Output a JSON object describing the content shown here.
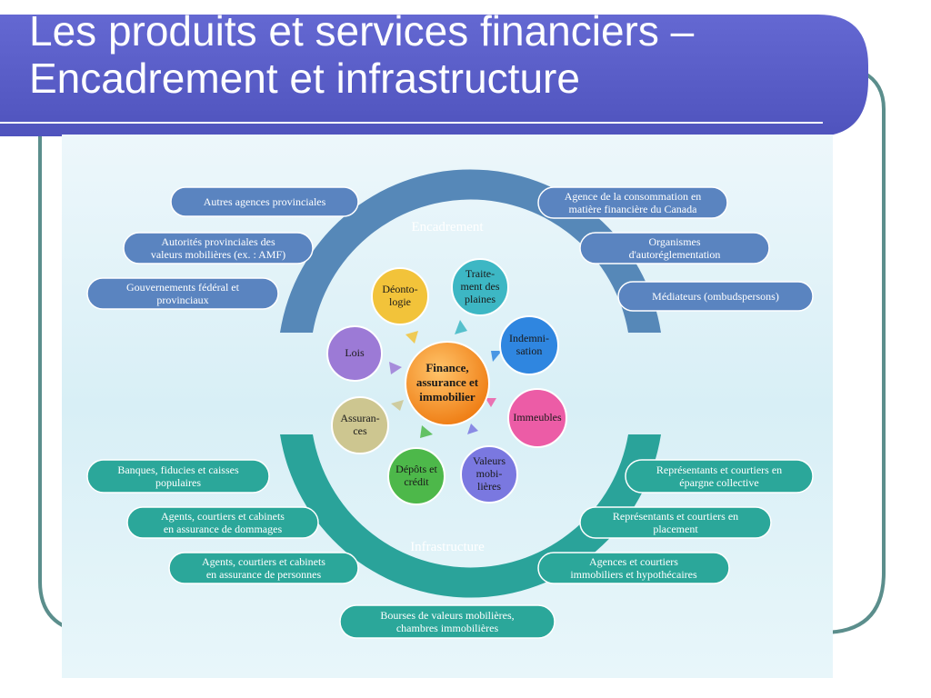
{
  "slide": {
    "title_line1": "Les produits et services financiers –",
    "title_line2": "Encadrement et infrastructure"
  },
  "colors": {
    "title_bar": "#5b5fc7",
    "frame_stroke": "#5b8e8c",
    "encadrement_arc": "#5688b8",
    "infrastructure_arc": "#2aa39a",
    "pill_blue": "#5a84c0",
    "pill_teal": "#2ba79a",
    "center": "#f08a1a"
  },
  "arcs": {
    "encadrement": "Encadrement",
    "infrastructure": "Infrastructure"
  },
  "center": {
    "line1": "Finance,",
    "line2": "assurance et",
    "line3": "immobilier"
  },
  "circles": [
    {
      "id": "deontologie",
      "lines": [
        "Déonto-",
        "logie"
      ],
      "color": "#f2c33a"
    },
    {
      "id": "traitement",
      "lines": [
        "Traite-",
        "ment des",
        "plaines"
      ],
      "color": "#3db7c4"
    },
    {
      "id": "indemnisation",
      "lines": [
        "Indemni-",
        "sation"
      ],
      "color": "#2f86e0"
    },
    {
      "id": "immeubles",
      "lines": [
        "Immeubles"
      ],
      "color": "#ec5ca6"
    },
    {
      "id": "valeurs",
      "lines": [
        "Valeurs",
        "mobi-",
        "lières"
      ],
      "color": "#7a78e0"
    },
    {
      "id": "depots",
      "lines": [
        "Dépôts et",
        "crédit"
      ],
      "color": "#4db84a"
    },
    {
      "id": "assurances",
      "lines": [
        "Assuran-",
        "ces"
      ],
      "color": "#cdc690"
    },
    {
      "id": "lois",
      "lines": [
        "Lois"
      ],
      "color": "#9c7ad6"
    }
  ],
  "left_top_pills": [
    {
      "id": "autres-agences",
      "lines": [
        "Autres agences provinciales"
      ]
    },
    {
      "id": "autorites",
      "lines": [
        "Autorités provinciales des",
        "valeurs mobilières (ex. : AMF)"
      ]
    },
    {
      "id": "gouvernements",
      "lines": [
        "Gouvernements fédéral et",
        "provinciaux"
      ]
    }
  ],
  "right_top_pills": [
    {
      "id": "acfc",
      "lines": [
        "Agence de la consommation en",
        "matière financière du Canada"
      ]
    },
    {
      "id": "organismes",
      "lines": [
        "Organismes",
        "d'autoréglementation"
      ]
    },
    {
      "id": "mediateurs",
      "lines": [
        "Médiateurs (ombudspersons)"
      ]
    }
  ],
  "left_bottom_pills": [
    {
      "id": "banques",
      "lines": [
        "Banques, fiducies et caisses",
        "populaires"
      ]
    },
    {
      "id": "agents-dommages",
      "lines": [
        "Agents, courtiers et cabinets",
        "en assurance de dommages"
      ]
    },
    {
      "id": "agents-personnes",
      "lines": [
        "Agents, courtiers et cabinets",
        "en assurance de personnes"
      ]
    }
  ],
  "right_bottom_pills": [
    {
      "id": "epargne",
      "lines": [
        "Représentants et courtiers en",
        "épargne collective"
      ]
    },
    {
      "id": "placement",
      "lines": [
        "Représentants et courtiers en",
        "placement"
      ]
    },
    {
      "id": "immobiliers",
      "lines": [
        "Agences et courtiers",
        "immobiliers et hypothécaires"
      ]
    }
  ],
  "bottom_pill": {
    "id": "bourses",
    "lines": [
      "Bourses de valeurs mobilières,",
      "chambres immobilières"
    ]
  }
}
